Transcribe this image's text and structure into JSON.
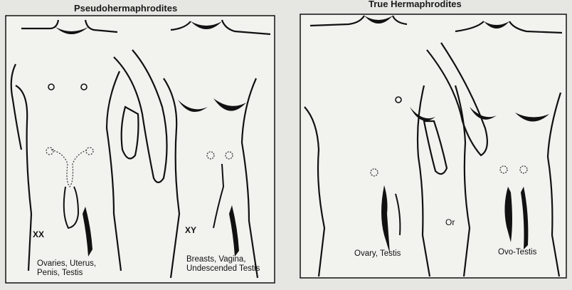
{
  "titles": {
    "left": "Pseudohermaphrodites",
    "right": "True Hermaphrodites"
  },
  "figures": [
    {
      "karyotype": "XX",
      "caption_lines": [
        "Ovaries, Uterus,",
        "Penis, Testis"
      ]
    },
    {
      "karyotype": "XY",
      "caption_lines": [
        "Breasts, Vagina,",
        "Undescended Testis"
      ]
    },
    {
      "karyotype": "",
      "caption_lines": [
        "Ovary, Testis"
      ]
    },
    {
      "karyotype": "",
      "caption_lines": [
        "Ovo-Testis"
      ]
    }
  ],
  "connector": "Or",
  "colors": {
    "ink": "#111111",
    "paper": "#e6e6e2",
    "panel": "#f2f2ef"
  }
}
